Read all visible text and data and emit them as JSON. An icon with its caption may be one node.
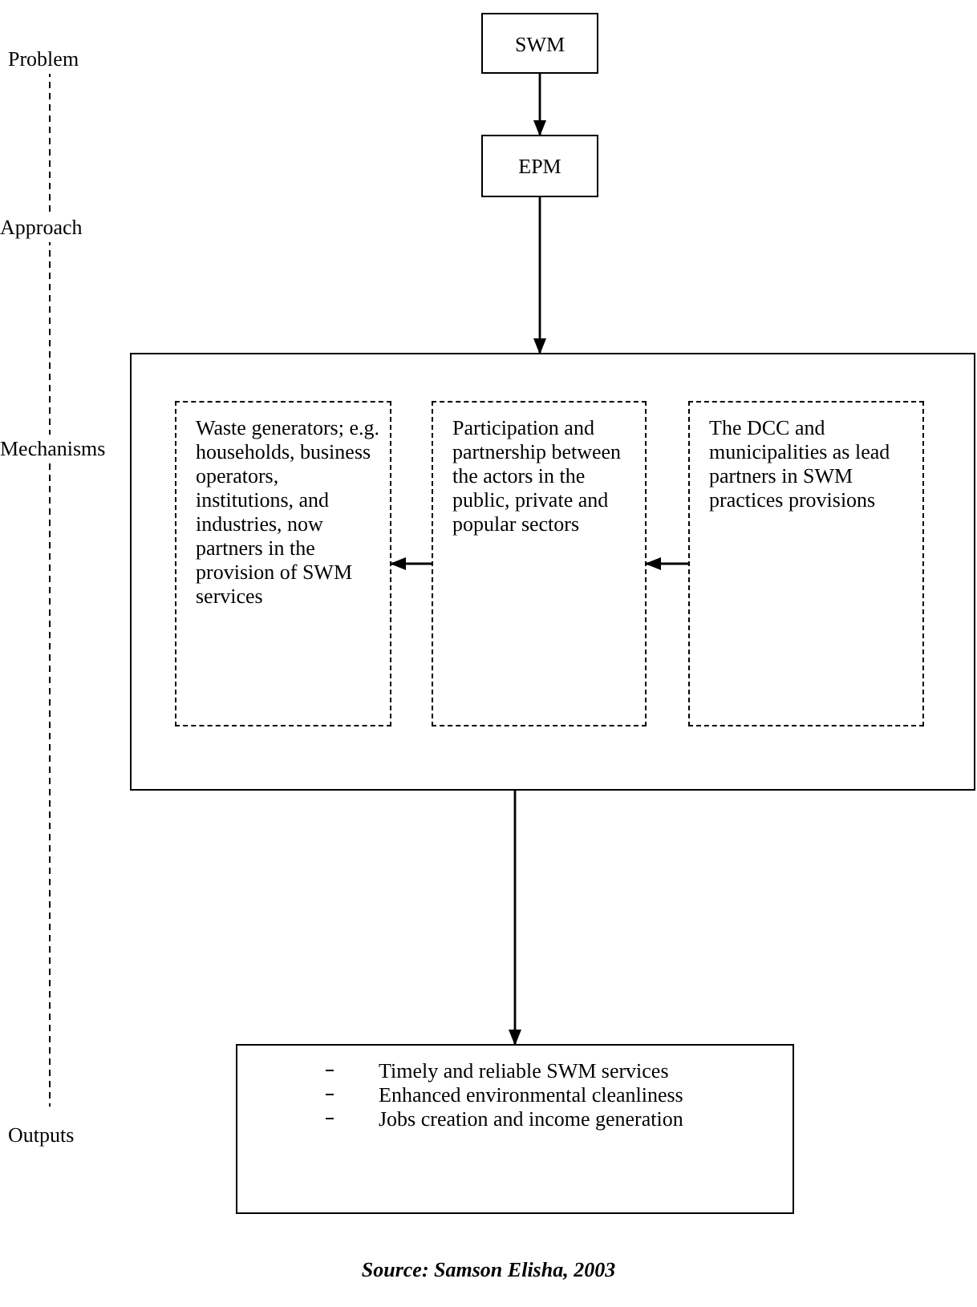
{
  "diagram": {
    "caption": "Source: Samson Elisha, 2003",
    "nodes": [
      {
        "text": [
          "SWM"
        ]
      },
      {
        "text": [
          "EPM"
        ]
      },
      {
        "text": [],
        "shape": "box"
      },
      {
        "text": [
          "Waste generators; e.g. households, business operators, institutions, and industries, now partners in the provision of SWM services"
        ],
        "in": 2
      },
      {
        "text": [
          "Participation and partnership between the actors in the public, private and popular sectors"
        ],
        "in": 2
      },
      {
        "text": [
          "The DCC and municipalities as lead partners in SWM practices provisions"
        ],
        "in": 2
      },
      {
        "text": [
          "Timely and reliable SWM services",
          "Enhanced environmental cleanliness",
          "Jobs creation and income generation"
        ]
      }
    ],
    "edges": [
      {
        "from": 0,
        "to": 1,
        "arrow": "to"
      },
      {
        "from": 1,
        "to": 2,
        "arrow": "to"
      },
      {
        "from": 5,
        "to": 4,
        "arrow": "to"
      },
      {
        "from": 4,
        "to": 3,
        "arrow": "to"
      },
      {
        "from": 2,
        "to": 6,
        "arrow": "to"
      }
    ],
    "labels": [
      "Problem",
      "Approach",
      "Mechanisms",
      "Outputs"
    ]
  }
}
